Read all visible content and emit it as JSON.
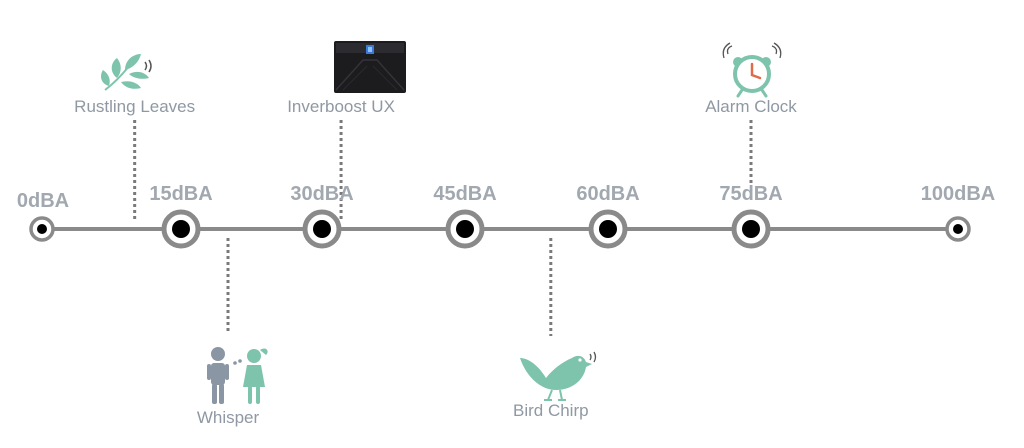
{
  "colors": {
    "line": "#8a8a8a",
    "dot": "#000000",
    "text": "#a2a8b0",
    "accent": "#7ec4ac",
    "figure": "#8a96a4",
    "device": "#1c1c1e"
  },
  "scale": {
    "ticks": [
      {
        "label": "0dBA",
        "value": 0
      },
      {
        "label": "15dBA",
        "value": 15
      },
      {
        "label": "30dBA",
        "value": 30
      },
      {
        "label": "45dBA",
        "value": 45
      },
      {
        "label": "60dBA",
        "value": 60
      },
      {
        "label": "75dBA",
        "value": 75
      },
      {
        "label": "100dBA",
        "value": 100
      }
    ]
  },
  "sources": [
    {
      "label": "Rustling Leaves",
      "value": 10,
      "side": "top",
      "icon": "leaves-icon"
    },
    {
      "label": "Whisper",
      "value": 20,
      "side": "bottom",
      "icon": "whisper-people-icon"
    },
    {
      "label": "Inverboost UX",
      "value": 32,
      "side": "top",
      "icon": "inverter-device-icon"
    },
    {
      "label": "Bird Chirp",
      "value": 54,
      "side": "bottom",
      "icon": "bird-icon"
    },
    {
      "label": "Alarm Clock",
      "value": 75,
      "side": "top",
      "icon": "alarm-clock-icon"
    }
  ]
}
